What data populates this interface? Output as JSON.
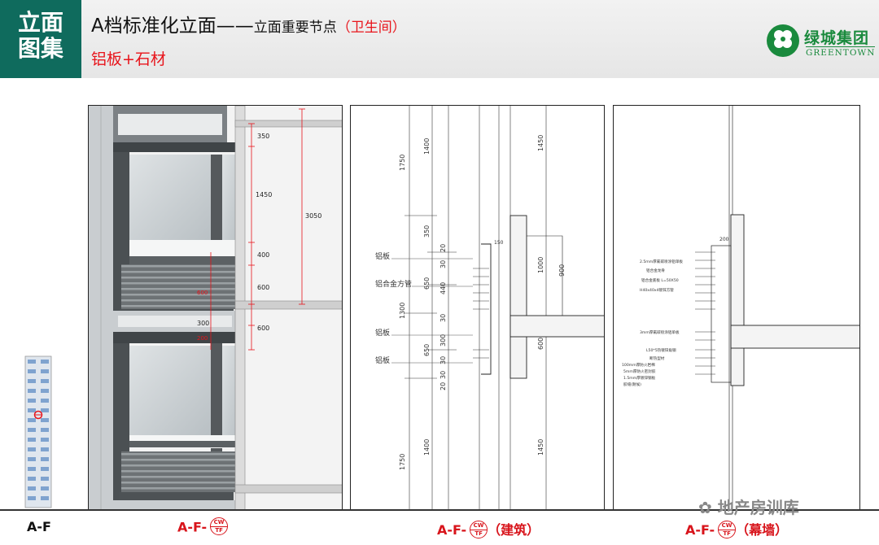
{
  "header": {
    "badge_line1": "立面",
    "badge_line2": "图集",
    "title_main": "A档标准化立面——",
    "title_sub": "立面重要节点",
    "title_paren": "（卫生间）",
    "subtitle": "铝板+石材",
    "logo_cn": "绿城集团",
    "logo_en": "GREENTOWN"
  },
  "photo_dims": {
    "d350": "350",
    "d1450": "1450",
    "d3050": "3050",
    "d400": "400",
    "d600a": "600",
    "d600b": "600",
    "d300": "300",
    "d200": "200",
    "d_red1": "600"
  },
  "section_a": {
    "labels": [
      "铝板",
      "铝合金方管",
      "铝板",
      "铝板"
    ],
    "dims_left": [
      "1750",
      "1300",
      "1750"
    ],
    "dims_mid": [
      "1400",
      "350",
      "650",
      "650",
      "1400"
    ],
    "dims_small": [
      "20",
      "30",
      "440",
      "30",
      "300",
      "30",
      "30",
      "20"
    ],
    "dims_right": [
      "1450",
      "1000",
      "900",
      "600",
      "1450"
    ],
    "top_small": "150"
  },
  "section_b": {
    "notes": [
      "2.5mm厚氟碳喷涂铝单板",
      "铝合金龙骨",
      "铝合金底板 L=50X50",
      "H40x40x4镀锌方管",
      "3mm厚氟碳喷涂铝单板",
      "L50*5热镀锌角钢",
      "断热型材",
      "100mm厚防火岩棉",
      "5mm厚防火密封胶",
      "1.5mm厚镀锌钢板",
      "胶缝(耐候)"
    ],
    "top_small": "200"
  },
  "captions": {
    "left": "A-F",
    "photo": "A-F-",
    "section_a": "A-F-",
    "section_a_note": "（建筑）",
    "section_b": "A-F-",
    "section_b_note": "（幕墙）",
    "symbol_top": "CW",
    "symbol_bottom": "TF"
  },
  "watermark": "地产房训库"
}
